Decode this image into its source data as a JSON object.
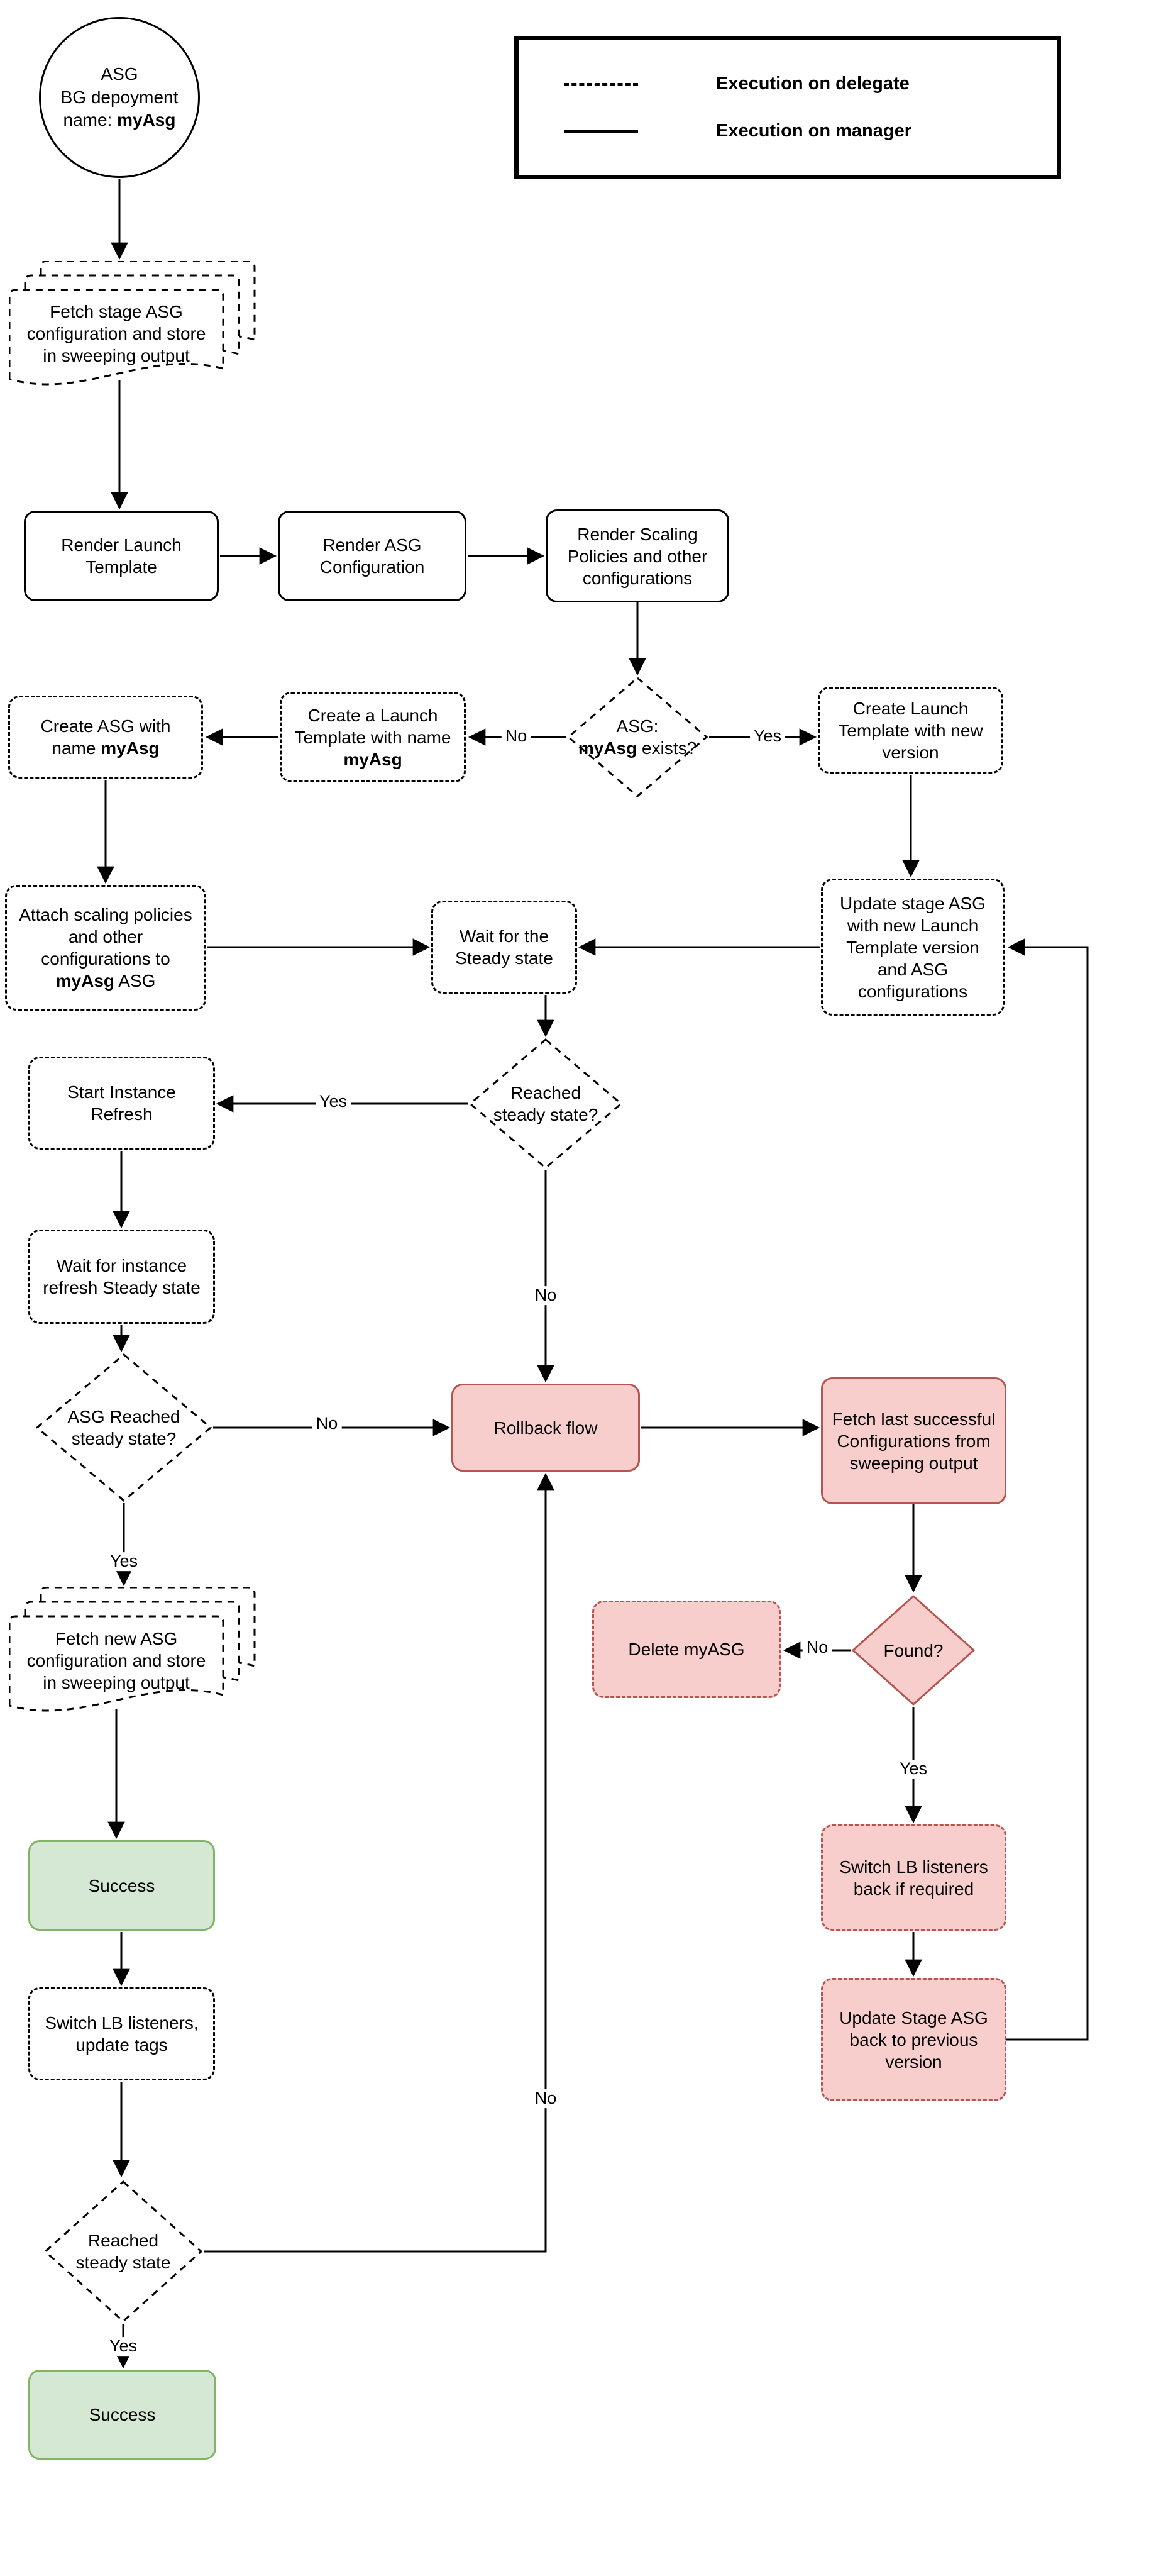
{
  "diagram": {
    "start": {
      "line1": "ASG",
      "line2": "BG depoyment",
      "name_prefix": "name: ",
      "name": "myAsg"
    },
    "legend": {
      "delegate": "Execution on delegate",
      "manager": "Execution on manager"
    },
    "labels": {
      "yes": "Yes",
      "no": "No"
    },
    "nodes": {
      "fetch_stage_asg": "Fetch stage ASG configuration and store in sweeping output",
      "render_launch_template": "Render Launch Template",
      "render_asg_config": "Render ASG Configuration",
      "render_scaling": "Render Scaling Policies and other configurations",
      "asg_exists": {
        "line1": "ASG:",
        "bold": "myAsg",
        "suffix": " exists?"
      },
      "create_lt_myasg": {
        "prefix": "Create a Launch Template with name ",
        "bold": "myAsg"
      },
      "create_asg": {
        "prefix": "Create ASG with name ",
        "bold": "myAsg"
      },
      "create_lt_new": "Create Launch Template with new version",
      "attach": {
        "prefix": "Attach scaling policies and other configurations to ",
        "bold": "myAsg",
        "suffix": " ASG"
      },
      "wait_steady": "Wait for the Steady state",
      "update_stage": "Update stage ASG with new Launch Template version and ASG configurations",
      "reached_steady_1": "Reached steady state?",
      "start_instance_refresh": "Start Instance Refresh",
      "wait_instance_refresh": "Wait for instance refresh Steady state",
      "asg_reached_steady": "ASG Reached steady state?",
      "rollback": "Rollback flow",
      "fetch_last": "Fetch last successful Configurations from sweeping output",
      "found": "Found?",
      "delete_myasg": "Delete myASG",
      "fetch_new_asg": "Fetch new ASG configuration and store in sweeping output",
      "success_1": "Success",
      "switch_lb": "Switch LB listeners, update tags",
      "reached_steady_2": "Reached steady state",
      "success_2": "Success",
      "switch_lb_back": "Switch LB listeners back if required",
      "update_stage_back": "Update Stage ASG back to previous version"
    },
    "colors": {
      "danger_fill": "#f8cecc",
      "danger_border": "#b85450",
      "success_fill": "#d5e8d4",
      "success_border": "#82b366"
    }
  }
}
